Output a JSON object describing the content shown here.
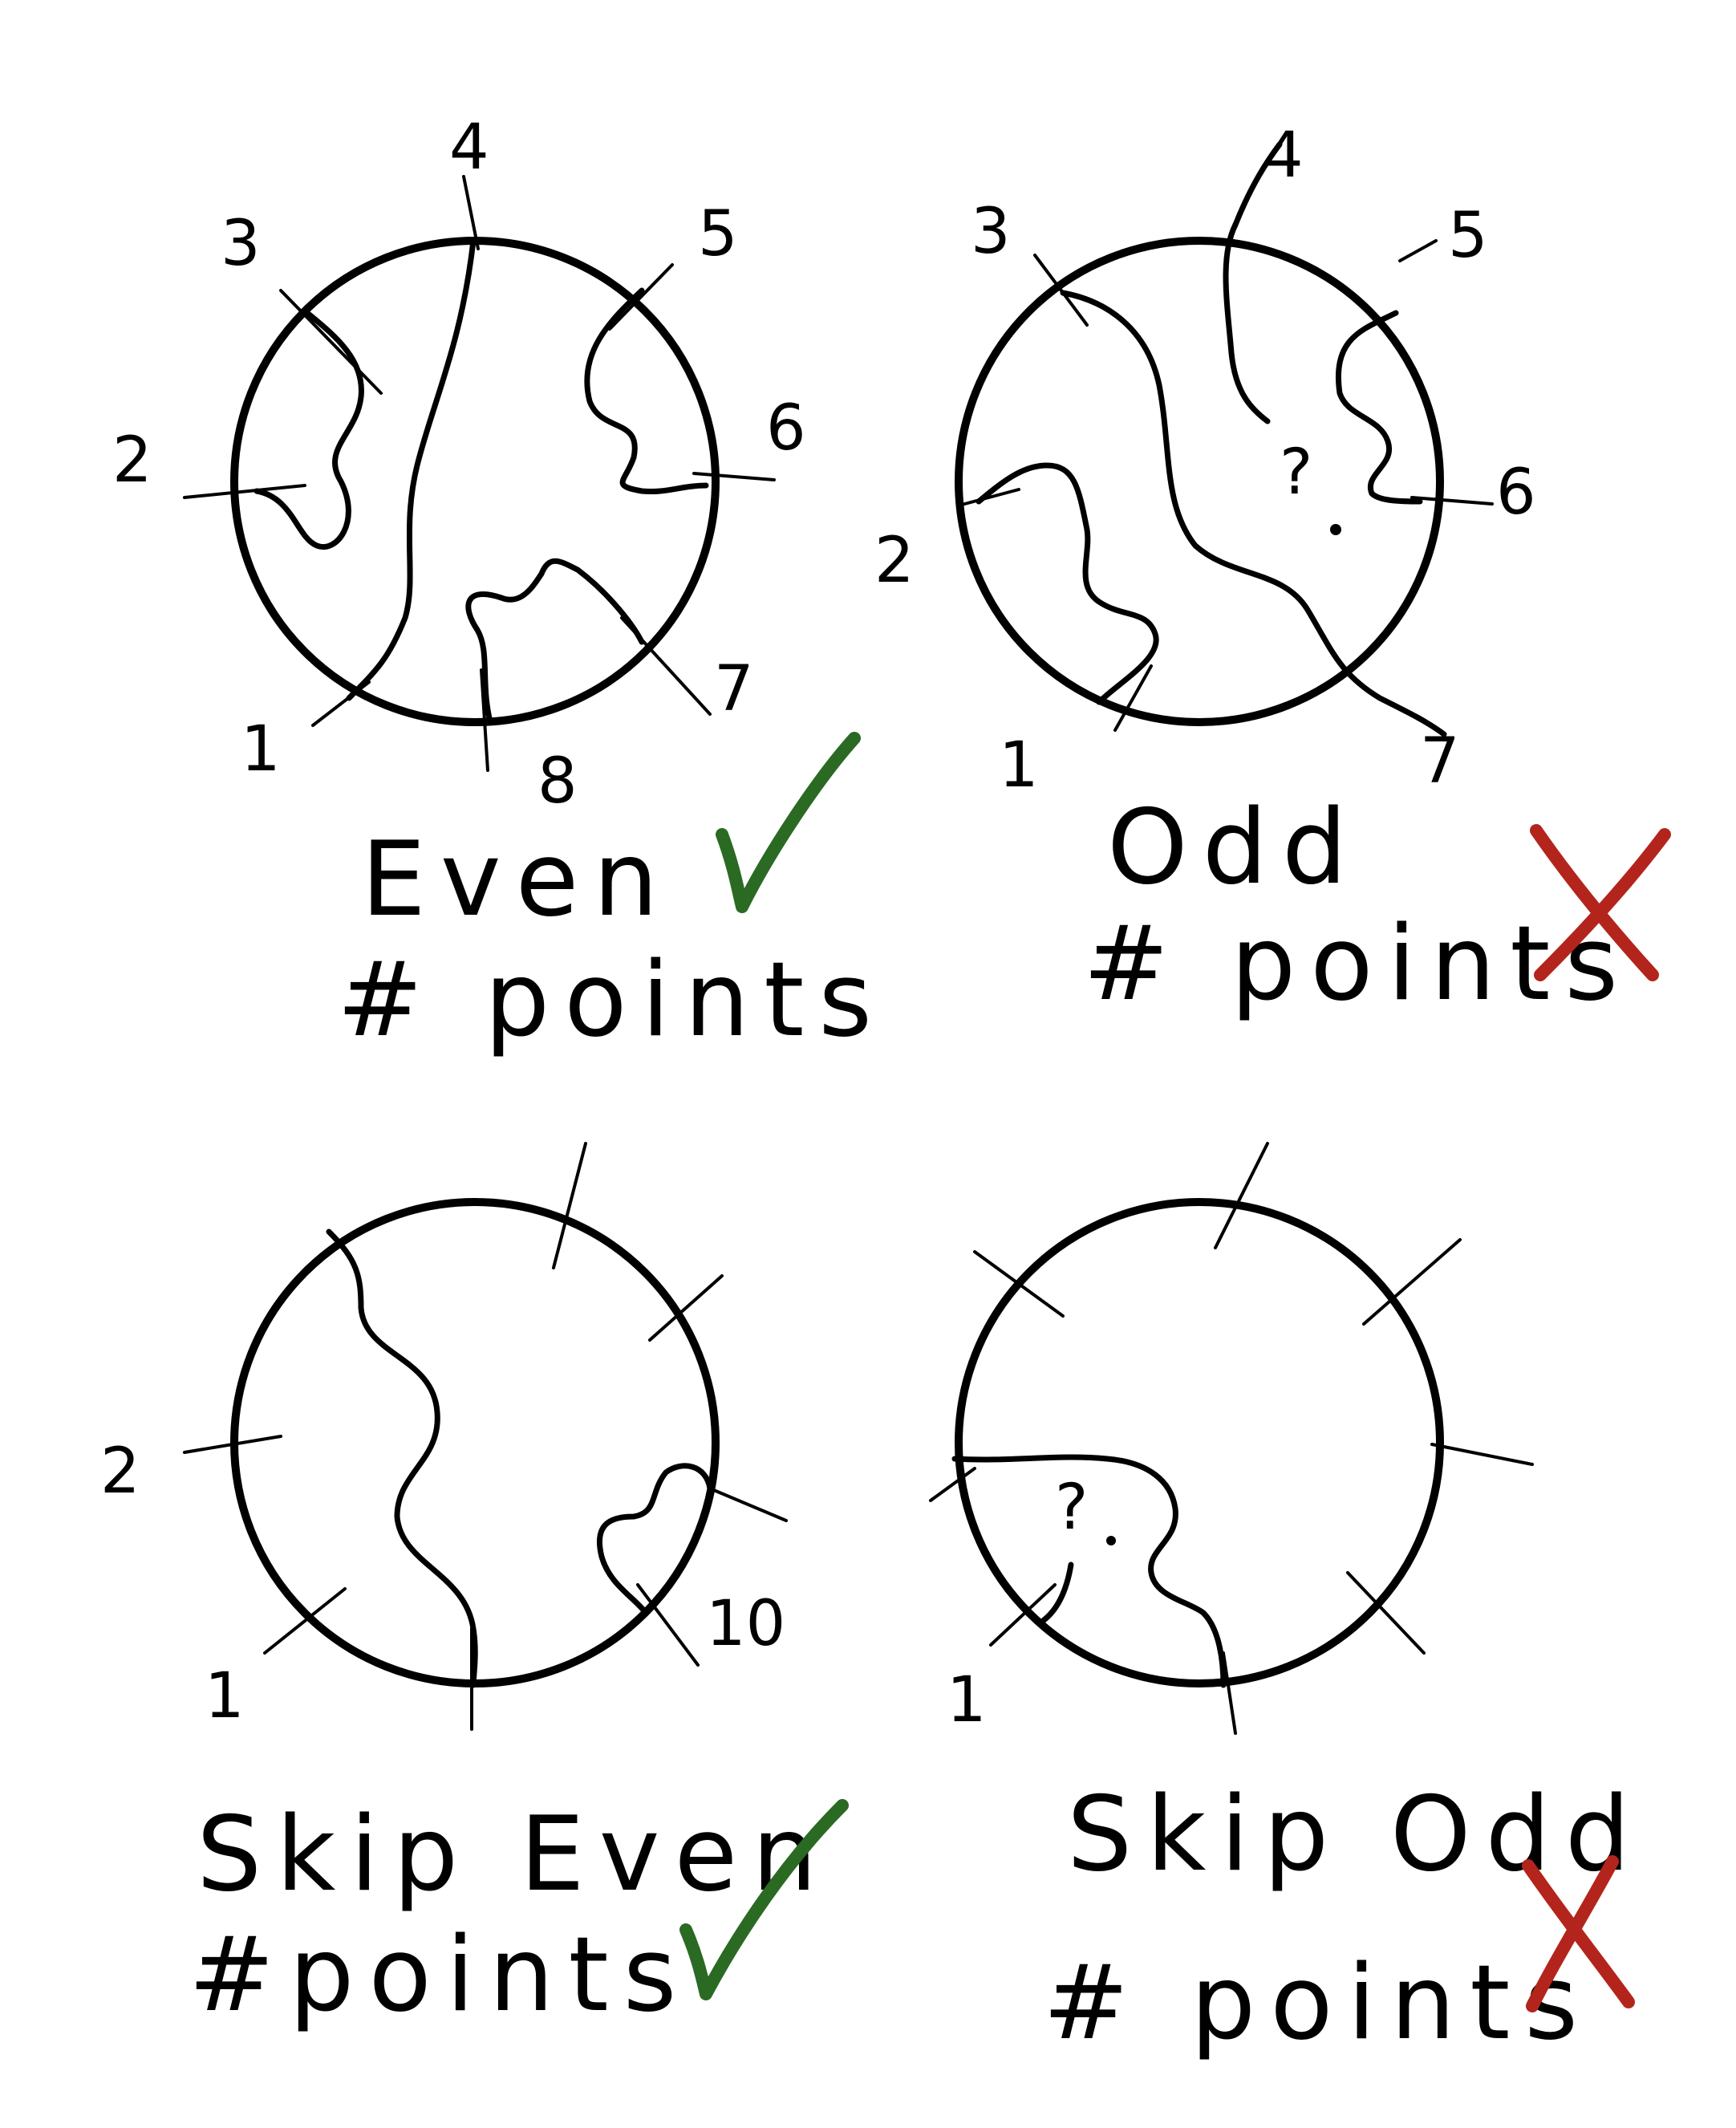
{
  "colors": {
    "ink": "#000000",
    "check": "#2a6a23",
    "cross": "#b3251c",
    "background": "#ffffff"
  },
  "panels": {
    "even": {
      "labels": {
        "n1": "1",
        "n2": "2",
        "n3": "3",
        "n4": "4",
        "n5": "5",
        "n6": "6",
        "n7": "7",
        "n8": "8"
      },
      "caption_line1": "Even",
      "caption_line2": "# points",
      "verdict": "check-icon"
    },
    "odd": {
      "labels": {
        "n1": "1",
        "n2": "2",
        "n3": "3",
        "n4": "4",
        "n5": "5",
        "n6": "6",
        "n7": "7"
      },
      "question": "?",
      "caption_line1": "Odd",
      "caption_line2": "# points",
      "verdict": "cross-icon"
    },
    "skip_even": {
      "labels": {
        "n1": "1",
        "n2": "2",
        "n10": "10"
      },
      "caption_line1": "Skip Even",
      "caption_line2": "#points",
      "verdict": "check-icon"
    },
    "skip_odd": {
      "labels": {
        "n1": "1"
      },
      "question": "?",
      "caption_line1": "Skip Odd",
      "caption_line2": "# points",
      "verdict": "cross-icon"
    }
  }
}
